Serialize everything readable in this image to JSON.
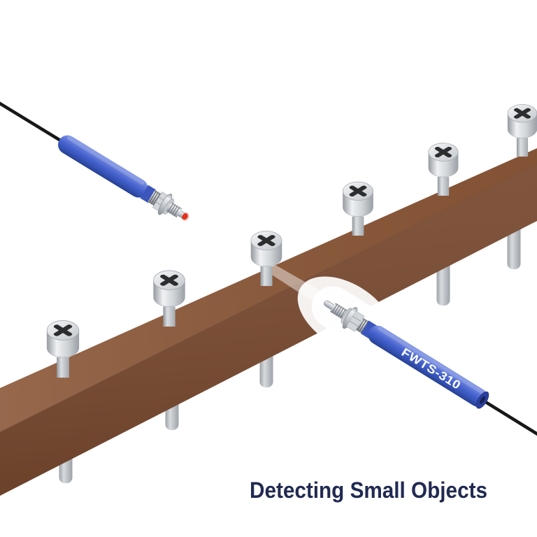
{
  "illustration": {
    "title": {
      "text": "Detecting Small Objects",
      "color": "#212a52"
    },
    "receiver_label": {
      "text": "FWTS-310",
      "color": "#ffffff"
    },
    "screw_count": 6,
    "colors": {
      "background": "#ffffff",
      "rail_top": "#8b5738",
      "rail_front": "#7a4a30",
      "sensor_body_blue": "#4763cf",
      "metal_gray": "#c9cdd1",
      "cable_black": "#17181a",
      "screw_cross_dark": "#2c2d2f",
      "emitter_tip_red": "#ee3119"
    }
  }
}
